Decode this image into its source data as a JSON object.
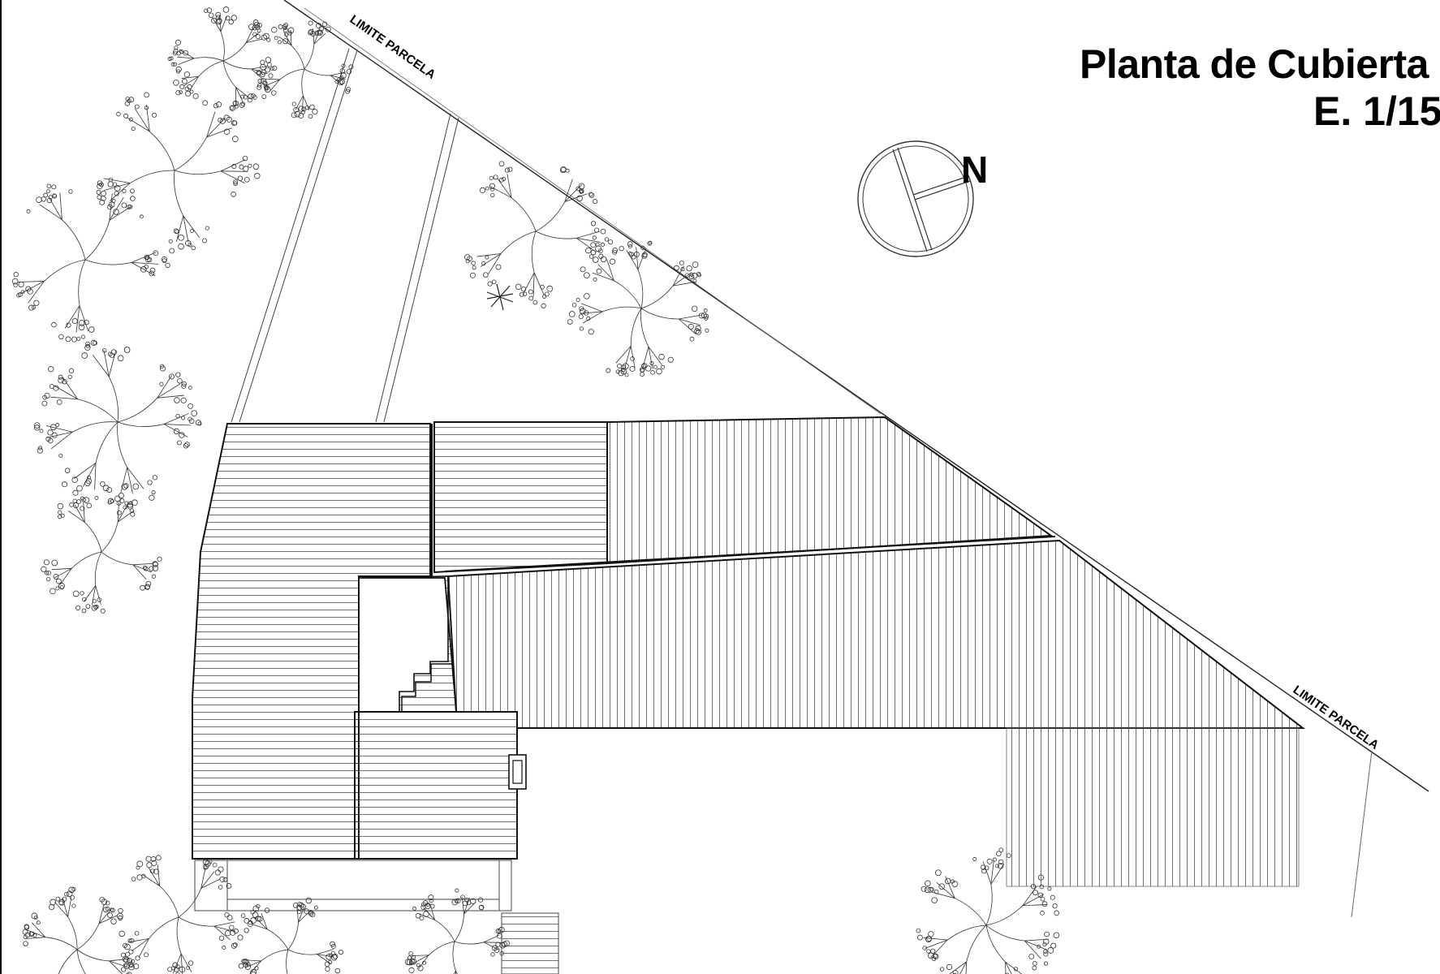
{
  "drawing": {
    "title": "Planta de Cubierta",
    "scale": "E. 1/15",
    "north_label": "N",
    "boundary_label_top": "LIMITE PARCELA",
    "boundary_label_right": "LIMITE PARCELA"
  }
}
